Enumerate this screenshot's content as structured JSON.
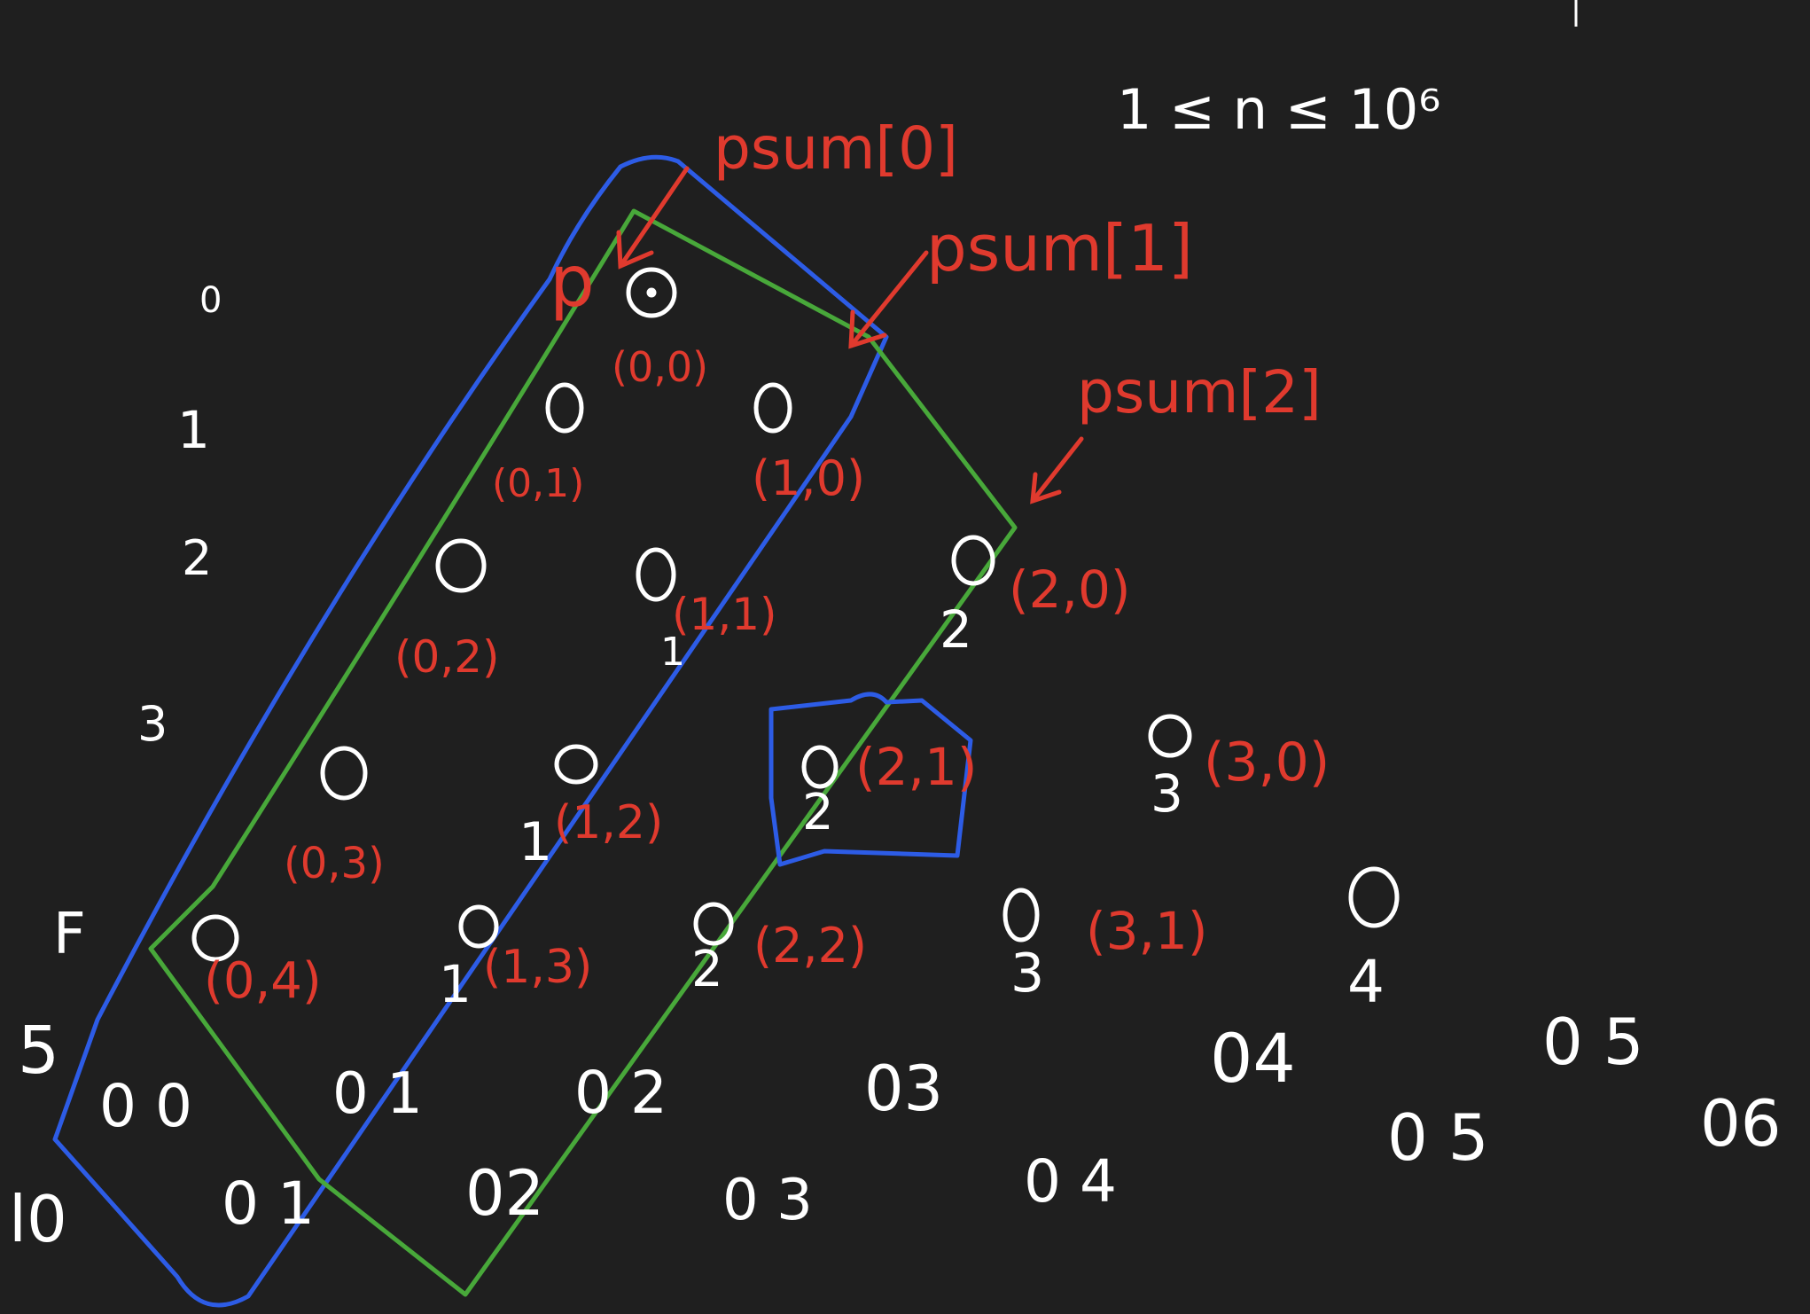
{
  "colors": {
    "background": "#1f1f1f",
    "white": "#ffffff",
    "red": "#e03a2e",
    "blue": "#2d5ce6",
    "green": "#48a83a"
  },
  "header": {
    "constraint": "1 ≤ n ≤ 10⁶"
  },
  "row_labels": [
    "0",
    "1",
    "2",
    "3",
    "F",
    "5",
    "l0"
  ],
  "psum_labels": [
    "psum[0]",
    "psum[1]",
    "psum[2]"
  ],
  "red_marks": {
    "p": "p"
  },
  "coords": {
    "c00": "(0,0)",
    "c01": "(0,1)",
    "c10": "(1,0)",
    "c02": "(0,2)",
    "c11": "(1,1)",
    "c20": "(2,0)",
    "c03": "(0,3)",
    "c12": "(1,2)",
    "c21": "(2,1)",
    "c30": "(3,0)",
    "c04": "(0,4)",
    "c13": "(1,3)",
    "c22": "(2,2)",
    "c31": "(3,1)"
  },
  "node_digits": {
    "d11": "1",
    "d20": "2",
    "d12": "1",
    "d21": "2",
    "d30": "3",
    "d13": "1",
    "d22": "2",
    "d31": "3",
    "d40": "4"
  },
  "bottom_rows": {
    "row5": [
      "0 0",
      "0 1",
      "0 2",
      "03",
      "04",
      "0 5"
    ],
    "row6": [
      "0 1",
      "02",
      "0 3",
      "0 4",
      "0 5",
      "06"
    ]
  },
  "node_circle": "O"
}
